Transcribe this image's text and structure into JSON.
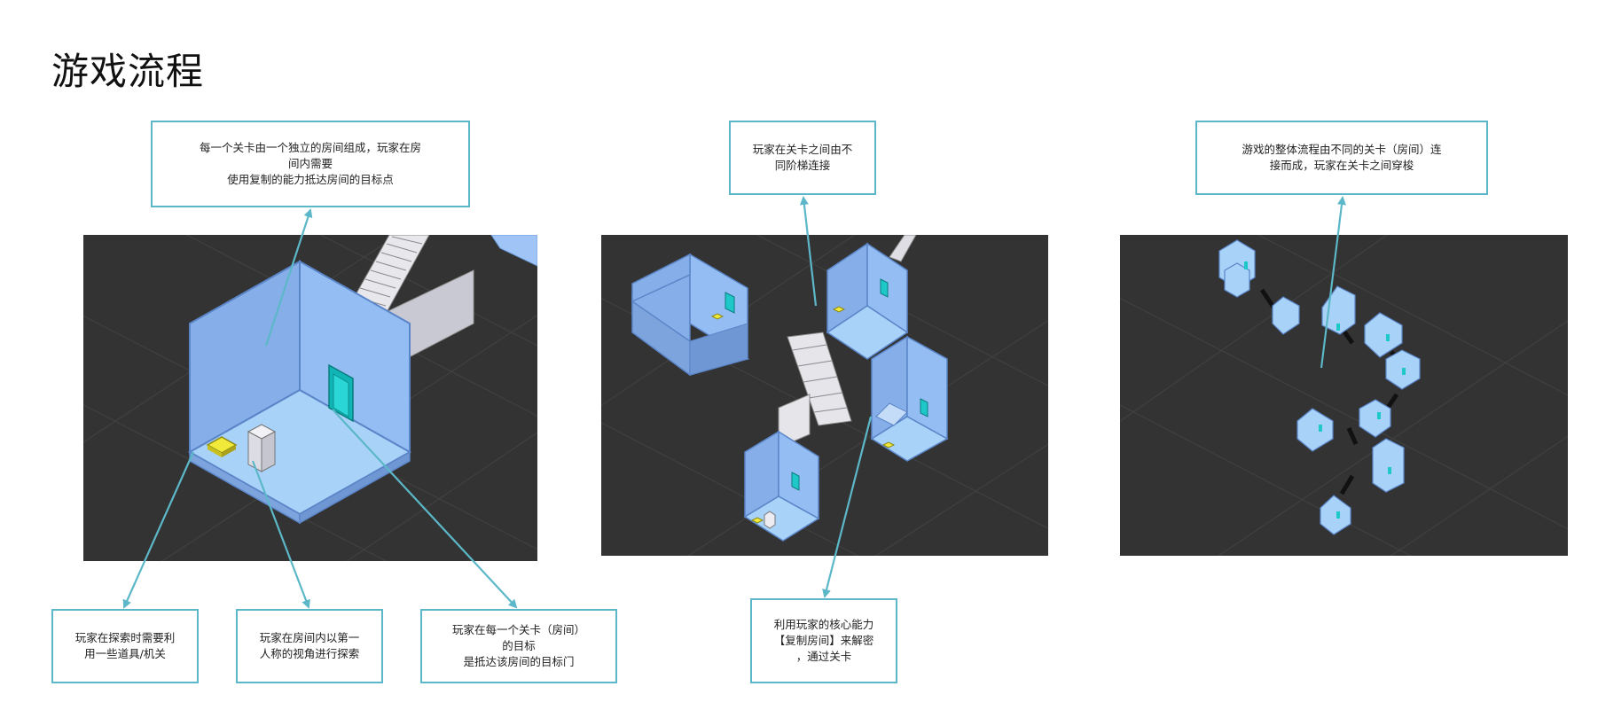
{
  "page": {
    "title": "游戏流程"
  },
  "notes": {
    "room_rule": [
      "每一个关卡由一个独立的房间组成，玩家在房",
      "间内需要",
      "使用复制的能力抵达房间的目标点"
    ],
    "stairs": [
      "玩家在关卡之间由不",
      "同阶梯连接"
    ],
    "overall": [
      "游戏的整体流程由不同的关卡（房间）连",
      "接而成，玩家在关卡之间穿梭"
    ],
    "props": [
      "玩家在探索时需要利",
      "用一些道具/机关"
    ],
    "first_person": [
      "玩家在房间内以第一",
      "人称的视角进行探索"
    ],
    "goal": [
      "玩家在每一个关卡（房间）",
      "的目标",
      "是抵达该房间的目标门"
    ],
    "core_ability": [
      "利用玩家的核心能力",
      "【复制房间】来解密",
      "，通过关卡"
    ]
  },
  "colors": {
    "connector": "#5cb8c8",
    "panel_bg": "#333333",
    "room_wall": "#8fb5ef",
    "room_floor": "#a9d0f5",
    "door": "#1ec8c8",
    "switch": "#f2ea3a"
  }
}
